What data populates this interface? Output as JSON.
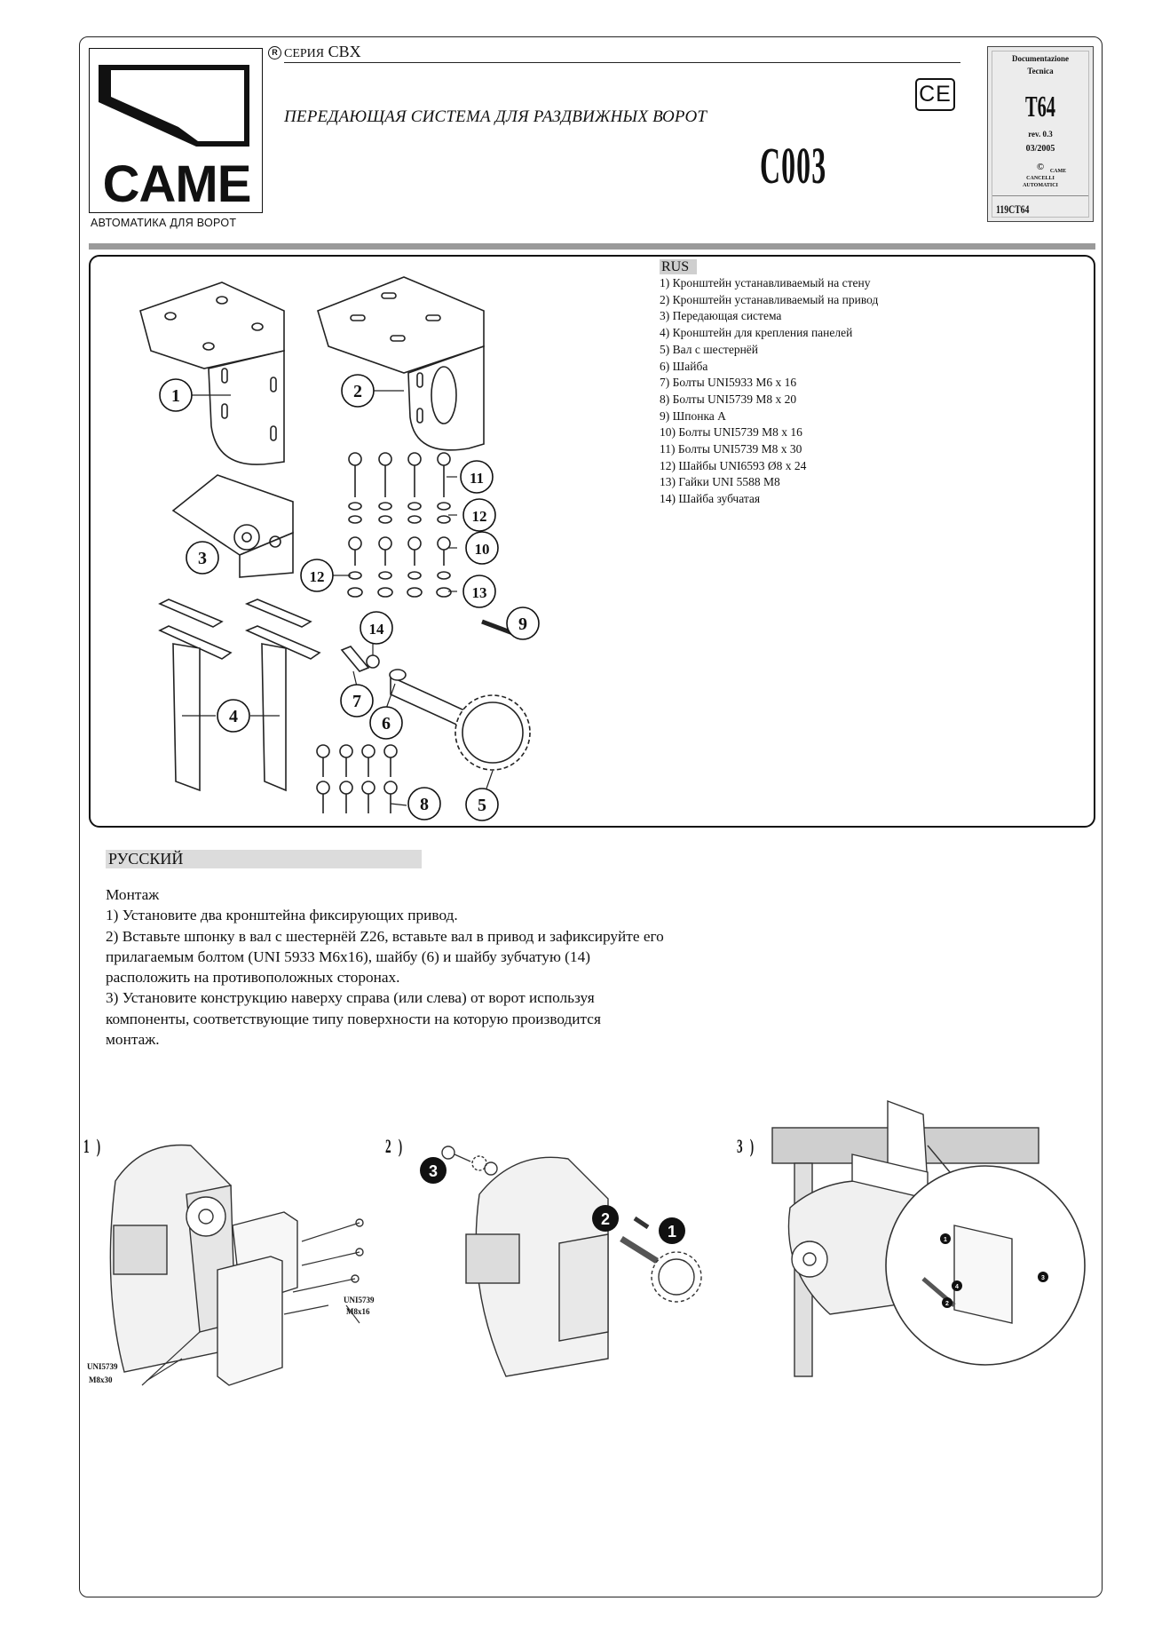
{
  "header": {
    "logo_text": "CAME",
    "logo_tagline": "АВТОМАТИКА ДЛЯ ВОРОТ",
    "registered_mark": "R",
    "series_prefix": "СЕРИЯ",
    "series_name": "CBX",
    "subtitle": "ПЕРЕДАЮЩАЯ СИСТЕМА ДЛЯ РАЗДВИЖНЫХ ВОРОТ",
    "ce_mark": "CE",
    "model": "C003"
  },
  "doc_box": {
    "label_line1": "Documentazione",
    "label_line2": "Tecnica",
    "code": "T64",
    "revision": "rev. 0.3",
    "date": "03/2005",
    "copyright": "©",
    "company_1": "CAME",
    "company_2": "CANCELLI",
    "company_3": "AUTOMATICI",
    "part_number": "119CT64"
  },
  "parts": {
    "language_tag": "RUS",
    "items": [
      "1) Кронштейн устанавливаемый на стену",
      "2) Кронштейн устанавливаемый на привод",
      "3) Передающая система",
      "4) Кронштейн для крепления панелей",
      "5) Вал с шестернёй",
      "6) Шайба",
      "7) Болты UNI5933 M6 x 16",
      "8) Болты UNI5739 M8 x 20",
      "9) Шпонка А",
      "10) Болты UNI5739 M8 x 16",
      "11) Болты UNI5739 M8 x 30",
      "12) Шайбы UNI6593 Ø8 x 24",
      "13) Гайки UNI 5588 M8",
      "14) Шайба зубчатая"
    ],
    "callouts": [
      "1",
      "2",
      "3",
      "4",
      "5",
      "6",
      "7",
      "8",
      "9",
      "10",
      "11",
      "12",
      "12",
      "13",
      "14"
    ]
  },
  "instructions": {
    "language": "РУССКИЙ",
    "heading": "Монтаж",
    "lines": [
      "1) Установите два кронштейна фиксирующих привод.",
      "2) Вставьте шпонку в вал с шестернёй  Z26,  вставьте вал в привод и зафиксируйте его",
      "прилагаемым болтом (UNI 5933 M6x16), шайбу (6) и шайбу зубчатую (14)",
      "расположить на противоположных сторонах.",
      "3)  Установите конструкцию наверху справа (или слева) от ворот используя",
      "компоненты, соответствующие  типу поверхности на которую производится",
      "монтаж."
    ]
  },
  "steps": {
    "step1_label": "1 )",
    "step2_label": "2 )",
    "step3_label": "3 )",
    "step1_bolt_a_1": "UNI5739",
    "step1_bolt_a_2": "M8x16",
    "step1_bolt_b_1": "UNI5739",
    "step1_bolt_b_2": "M8x30",
    "step2_markers": [
      "1",
      "2",
      "3"
    ],
    "step3_markers": [
      "1",
      "2",
      "3",
      "4"
    ]
  }
}
